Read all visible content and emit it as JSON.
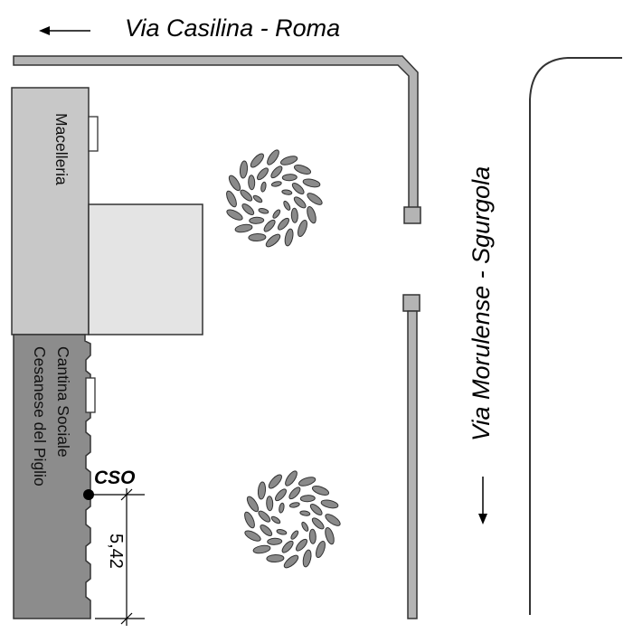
{
  "streets": {
    "top": "Via Casilina - Roma",
    "right": "Via Morulense - Sgurgola"
  },
  "arrows": {
    "top_direction": "left",
    "right_direction": "down"
  },
  "buildings": {
    "macelleria": "Macelleria",
    "cantina_line1": "Cantina Sociale",
    "cantina_line2": "Cesanese del Piglio"
  },
  "marker": {
    "label": "CSO"
  },
  "dimension": {
    "value": "5,42"
  },
  "colors": {
    "building_light": "#c8c8c8",
    "annex": "#e4e4e4",
    "building_dark": "#8c8c8c",
    "wall": "#b4b4b4",
    "tree_leaf": "#8a8a8a",
    "stroke": "#333333"
  },
  "icons": [
    "tree-icon",
    "arrow-left-icon",
    "arrow-down-icon",
    "location-dot-icon"
  ]
}
